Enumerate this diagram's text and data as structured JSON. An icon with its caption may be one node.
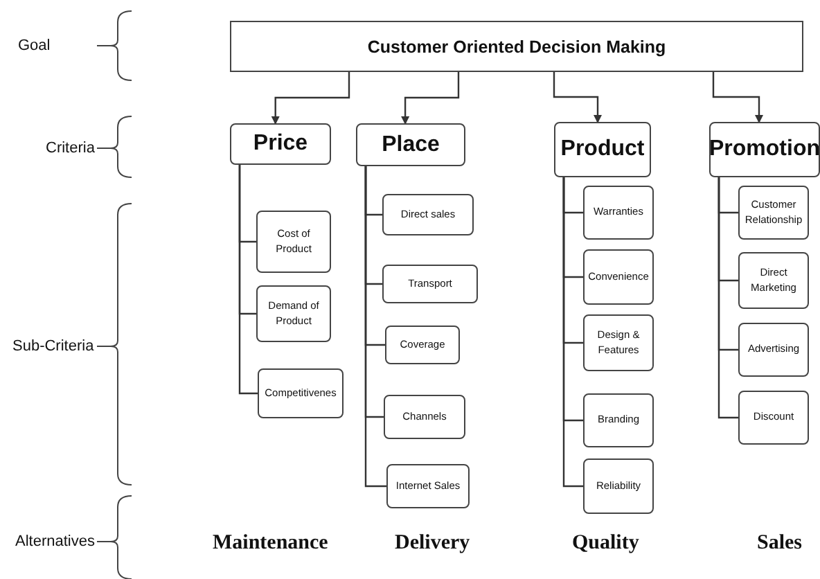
{
  "diagram": {
    "nodes": [
      {
        "text": [
          "Customer Oriented Decision Making"
        ]
      },
      {
        "text": [
          "Price"
        ]
      },
      {
        "text": [
          "Cost of Product"
        ]
      },
      {
        "text": [
          "Demand of Product"
        ]
      },
      {
        "text": [
          "Competitivenes"
        ]
      },
      {
        "text": [
          "Place"
        ]
      },
      {
        "text": [
          "Direct sales"
        ]
      },
      {
        "text": [
          "Transport"
        ]
      },
      {
        "text": [
          "Coverage"
        ]
      },
      {
        "text": [
          "Channels"
        ]
      },
      {
        "text": [
          "Internet Sales"
        ]
      },
      {
        "text": [
          "Product"
        ]
      },
      {
        "text": [
          "Warranties"
        ]
      },
      {
        "text": [
          "Convenience"
        ]
      },
      {
        "text": [
          "Design & Features"
        ]
      },
      {
        "text": [
          "Branding"
        ]
      },
      {
        "text": [
          "Reliability"
        ]
      },
      {
        "text": [
          "Promotion"
        ]
      },
      {
        "text": [
          "Customer Relationship"
        ]
      },
      {
        "text": [
          "Direct Marketing"
        ]
      },
      {
        "text": [
          "Advertising"
        ]
      },
      {
        "text": [
          "Discount"
        ]
      }
    ],
    "edges": [
      {
        "from": 0,
        "to": 1,
        "arrow": "to"
      },
      {
        "from": 0,
        "to": 5,
        "arrow": "to"
      },
      {
        "from": 0,
        "to": 11,
        "arrow": "to"
      },
      {
        "from": 0,
        "to": 17,
        "arrow": "to"
      },
      {
        "from": 1,
        "to": 2,
        "arrow": "none"
      },
      {
        "from": 1,
        "to": 3,
        "arrow": "none"
      },
      {
        "from": 1,
        "to": 4,
        "arrow": "none"
      },
      {
        "from": 5,
        "to": 6,
        "arrow": "none"
      },
      {
        "from": 5,
        "to": 7,
        "arrow": "none"
      },
      {
        "from": 5,
        "to": 8,
        "arrow": "none"
      },
      {
        "from": 5,
        "to": 9,
        "arrow": "none"
      },
      {
        "from": 5,
        "to": 10,
        "arrow": "none"
      },
      {
        "from": 11,
        "to": 12,
        "arrow": "none"
      },
      {
        "from": 11,
        "to": 13,
        "arrow": "none"
      },
      {
        "from": 11,
        "to": 14,
        "arrow": "none"
      },
      {
        "from": 11,
        "to": 15,
        "arrow": "none"
      },
      {
        "from": 11,
        "to": 16,
        "arrow": "none"
      },
      {
        "from": 17,
        "to": 18,
        "arrow": "none"
      },
      {
        "from": 17,
        "to": 19,
        "arrow": "none"
      },
      {
        "from": 17,
        "to": 20,
        "arrow": "none"
      },
      {
        "from": 17,
        "to": 21,
        "arrow": "none"
      }
    ],
    "labels": [
      "Goal",
      "Criteria",
      "Sub-Criteria",
      "Alternatives",
      "Maintenance",
      "Delivery",
      "Quality",
      "Sales"
    ]
  }
}
